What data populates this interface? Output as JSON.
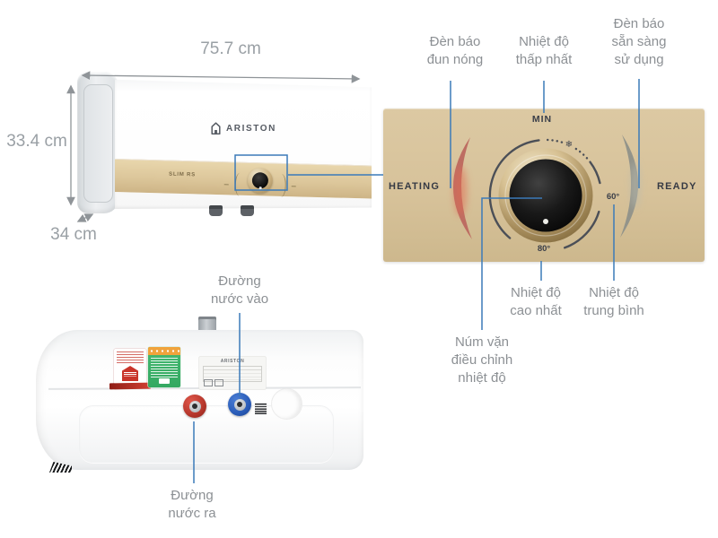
{
  "dimension_labels": {
    "width": "75.7 cm",
    "height": "33.4 cm",
    "depth": "34 cm"
  },
  "front_view": {
    "brand": "ARISTON",
    "model": "SLIM RS"
  },
  "control_panel": {
    "heating": "HEATING",
    "ready": "READY",
    "min": "MIN",
    "temp_medium": "60°",
    "temp_max": "80°",
    "antifreeze_glyph": "❄"
  },
  "callouts": {
    "heating_indicator": "Đèn báo\nđun nóng",
    "lowest_temp": "Nhiệt độ\nthấp nhất",
    "ready_indicator": "Đèn báo\nsẵn sàng\nsử dụng",
    "highest_temp": "Nhiệt độ\ncao nhất",
    "medium_temp": "Nhiệt độ\ntrung bình",
    "knob": "Núm vặn\nđiều chỉnh\nnhiệt độ",
    "water_inlet": "Đường\nnước vào",
    "water_outlet": "Đường\nnước ra"
  },
  "bottom_view": {
    "brand": "ARISTON"
  },
  "colors": {
    "annotation_blue": "#3b7ab9",
    "panel_beige": "#d7c29a",
    "heating_red": "#bd6d62",
    "ready_gray": "#93948a",
    "inlet_blue": "#2a5cb8",
    "outlet_red": "#b5362b"
  }
}
